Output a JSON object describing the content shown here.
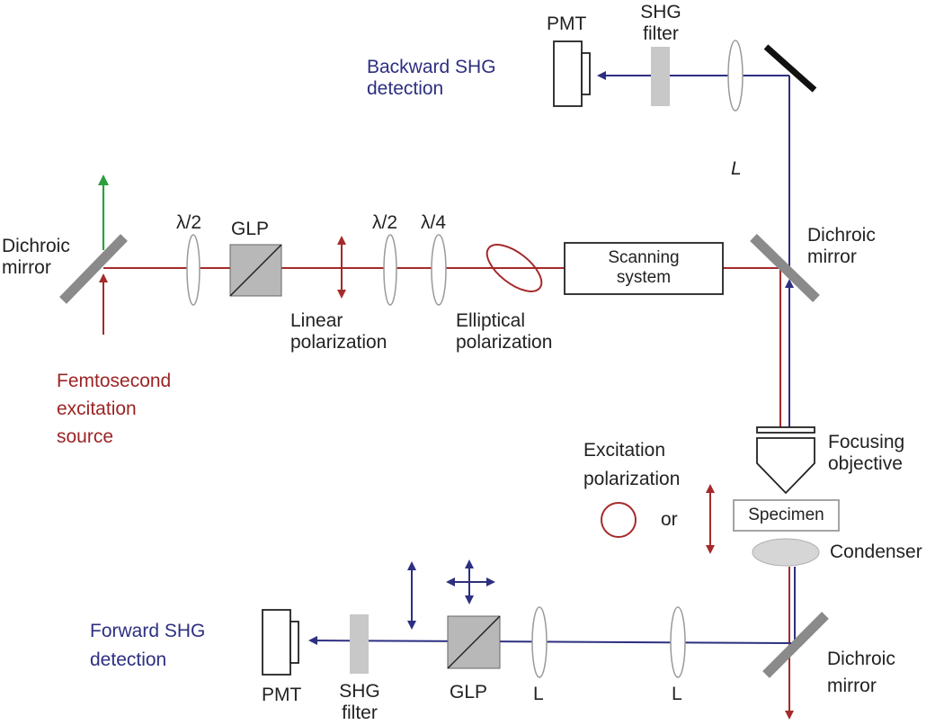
{
  "labels": {
    "pmt_top": "PMT",
    "shg_filter_top": [
      "SHG",
      "filter"
    ],
    "backward_detection": [
      "Backward SHG",
      "detection"
    ],
    "lens_L_top": "L",
    "dichroic_left": [
      "Dichroic",
      "mirror"
    ],
    "lambda_half_1": "λ/2",
    "glp_top": "GLP",
    "lambda_half_2": "λ/2",
    "lambda_quarter": "λ/4",
    "scanning_system": [
      "Scanning",
      "system"
    ],
    "dichroic_right": [
      "Dichroic",
      "mirror"
    ],
    "linear_polarization": [
      "Linear",
      "polarization"
    ],
    "elliptical_polarization": [
      "Elliptical",
      "polarization"
    ],
    "femtosecond_source": [
      "Femtosecond",
      "excitation",
      "source"
    ],
    "focusing_objective": [
      "Focusing",
      "objective"
    ],
    "excitation_polarization": [
      "Excitation",
      "polarization"
    ],
    "or": "or",
    "specimen": "Specimen",
    "condenser": "Condenser",
    "forward_detection": [
      "Forward SHG",
      "detection"
    ],
    "pmt_bottom": "PMT",
    "shg_filter_bottom": [
      "SHG",
      "filter"
    ],
    "glp_bottom": "GLP",
    "lens_L_bottom_1": "L",
    "lens_L_bottom_2": "L",
    "dichroic_bottom": [
      "Dichroic",
      "mirror"
    ]
  },
  "colors": {
    "excitation_beam": "#a52a2a",
    "shg_beam": "#2d2f80",
    "green_arrow": "#2e9e3e",
    "mirror_gray": "#8a8a8a",
    "filter_gray": "#c8c8c8",
    "lens_stroke": "#9a9a9a",
    "glp_fill": "#b8b8b8",
    "condenser_fill": "#d6d6d6"
  }
}
